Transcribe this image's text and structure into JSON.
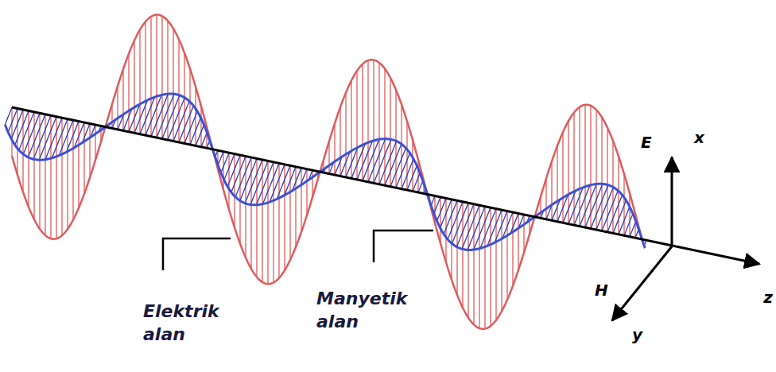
{
  "diagram": {
    "labels": [
      "Elektrik alan",
      "Manyetik alan",
      "E",
      "x",
      "H",
      "y",
      "z"
    ]
  }
}
